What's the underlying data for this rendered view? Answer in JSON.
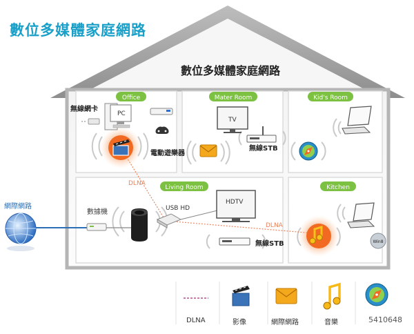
{
  "page_title": "數位多媒體家庭網路",
  "house_title": "數位多媒體家庭網路",
  "rooms": {
    "office": "Office",
    "master": "Mater Room",
    "kids": "Kid's Room",
    "living": "Living Room",
    "kitchen": "Kitchen"
  },
  "devices": {
    "wireless_card": "無線網卡",
    "pc": "PC",
    "game_console": "電動遊樂器",
    "tv": "TV",
    "stb_master": "無線STB",
    "internet": "網際網路",
    "modem": "數據機",
    "usb_hd": "USB HD",
    "hdtv": "HDTV",
    "stb_living": "無線STB",
    "win": "Win8"
  },
  "links": {
    "dlna_left": "DLNA",
    "dlna_right": "DLNA"
  },
  "legend": {
    "dlna": "DLNA",
    "video": "影像",
    "internet": "網際網路",
    "music": "音樂",
    "watermark": "5410648"
  },
  "colors": {
    "room_tab": "#7dc142",
    "accent": "#1aa0c8",
    "dlna_line": "#e8845c",
    "glow": "#f26a21"
  }
}
